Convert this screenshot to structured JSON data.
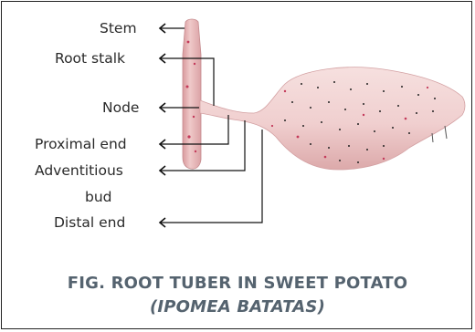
{
  "labels": {
    "stem": "Stem",
    "root_stalk": "Root stalk",
    "node": "Node",
    "proximal_end": "Proximal end",
    "adventitious_line1": "Adventitious",
    "adventitious_line2": "bud",
    "distal_end": "Distal end"
  },
  "caption": {
    "line1": "FIG. ROOT TUBER IN SWEET POTATO",
    "line2": "(IPOMEA BATATAS)"
  },
  "colors": {
    "stem": "#e7b7b8",
    "tuber": "#f1d1d1",
    "spots": "#c43a5a",
    "caption": "#55636f",
    "lines": "#111111"
  }
}
